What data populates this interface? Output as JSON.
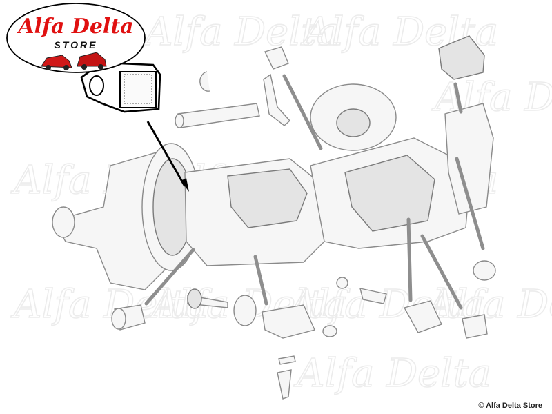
{
  "logo": {
    "brand": "Alfa Delta",
    "store": "STORE"
  },
  "watermark": {
    "text": "Alfa Delta"
  },
  "highlight": {
    "icon": "transmission-mount-bracket-icon"
  },
  "copyright": "© Alfa Delta Store",
  "colors": {
    "logo_red": "#e01010",
    "parts_stroke": "#8a8a8a",
    "highlight_stroke": "#000000"
  }
}
